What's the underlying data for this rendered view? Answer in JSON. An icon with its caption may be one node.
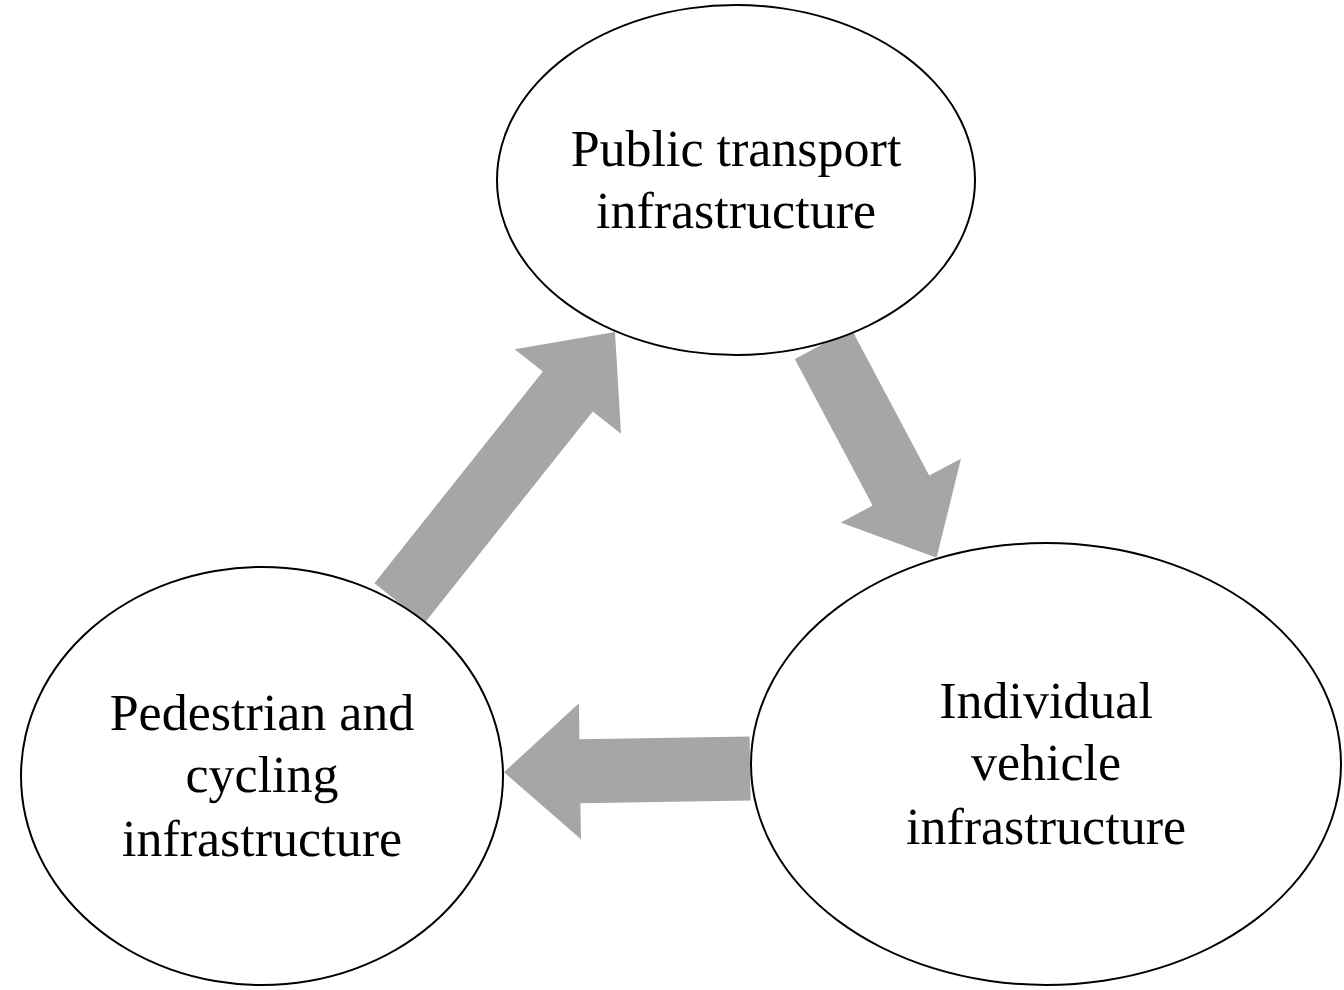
{
  "diagram": {
    "nodes": [
      {
        "text": [
          "Public transport infrastructure"
        ]
      },
      {
        "text": [
          "Individual vehicle infrastructure"
        ]
      },
      {
        "text": [
          "Pedestrian and cycling infrastructure"
        ]
      }
    ],
    "edges": [
      {
        "from": 0,
        "to": 1,
        "arrow": "to"
      },
      {
        "from": 1,
        "to": 2,
        "arrow": "to"
      },
      {
        "from": 2,
        "to": 0,
        "arrow": "to"
      }
    ]
  }
}
